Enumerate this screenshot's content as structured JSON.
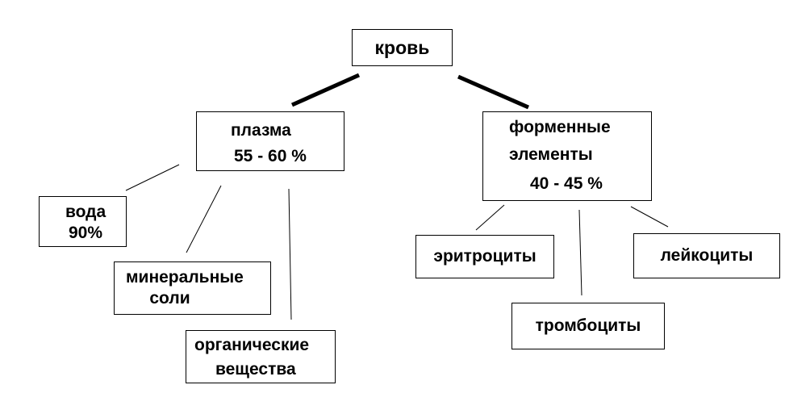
{
  "diagram": {
    "root": {
      "label": "кровь"
    },
    "plasma": {
      "line1": "плазма",
      "line2": "55 - 60 %"
    },
    "formed": {
      "line1": "форменные",
      "line2": "элементы",
      "line3": "40 - 45 %"
    },
    "water": {
      "line1": "вода",
      "line2": "90%"
    },
    "mineral": {
      "line1": "минеральные",
      "line2": "соли"
    },
    "organic": {
      "line1": "органические",
      "line2": "вещества"
    },
    "erythrocytes": {
      "label": "эритроциты"
    },
    "leukocytes": {
      "label": "лейкоциты"
    },
    "thrombocytes": {
      "label": "тромбоциты"
    }
  },
  "colors": {
    "text": "#000000",
    "line": "#000000",
    "background": "#ffffff"
  }
}
